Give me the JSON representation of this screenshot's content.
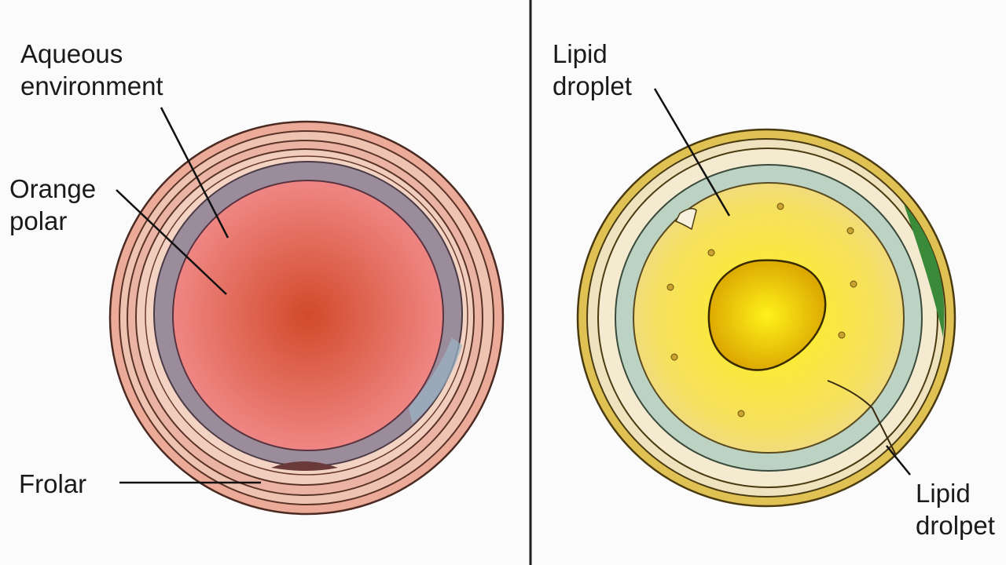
{
  "labels": {
    "aqueous": [
      "Aqueous",
      "environment"
    ],
    "orange_polar": [
      "Orange",
      "polar"
    ],
    "polar": "Frolar",
    "lipid_top": [
      "Lipid",
      "droplet"
    ],
    "lipid_bottom": [
      "Lipid",
      "drolpet"
    ]
  },
  "colors": {
    "background": "#fbfbfb",
    "divider": "#1f1f1f",
    "left_core": "#d24a2a",
    "left_outer": "#ec9f8b",
    "left_band": "#9b8c9c",
    "right_core": "#f7ef2f",
    "right_outer": "#dfc253",
    "right_band": "#bcd2c3",
    "nucleus": "#e0a800",
    "membrane_green": "#2f7d3c"
  }
}
